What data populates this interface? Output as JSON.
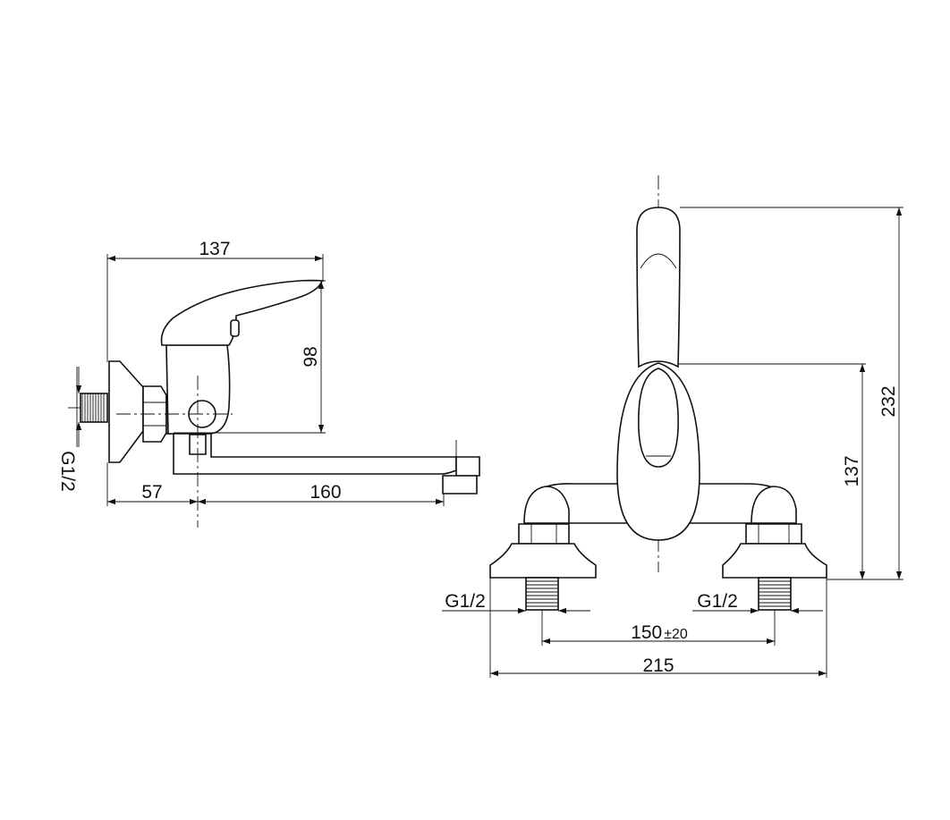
{
  "dimensions": {
    "side_width": "137",
    "side_height": "98",
    "wall_offset": "57",
    "spout_length": "160",
    "side_thread": "G1/2",
    "front_total_height": "232",
    "front_body_height": "137",
    "left_thread": "G1/2",
    "right_thread": "G1/2",
    "center_spacing": "150",
    "spacing_tolerance": "±20",
    "front_total_width": "215"
  }
}
